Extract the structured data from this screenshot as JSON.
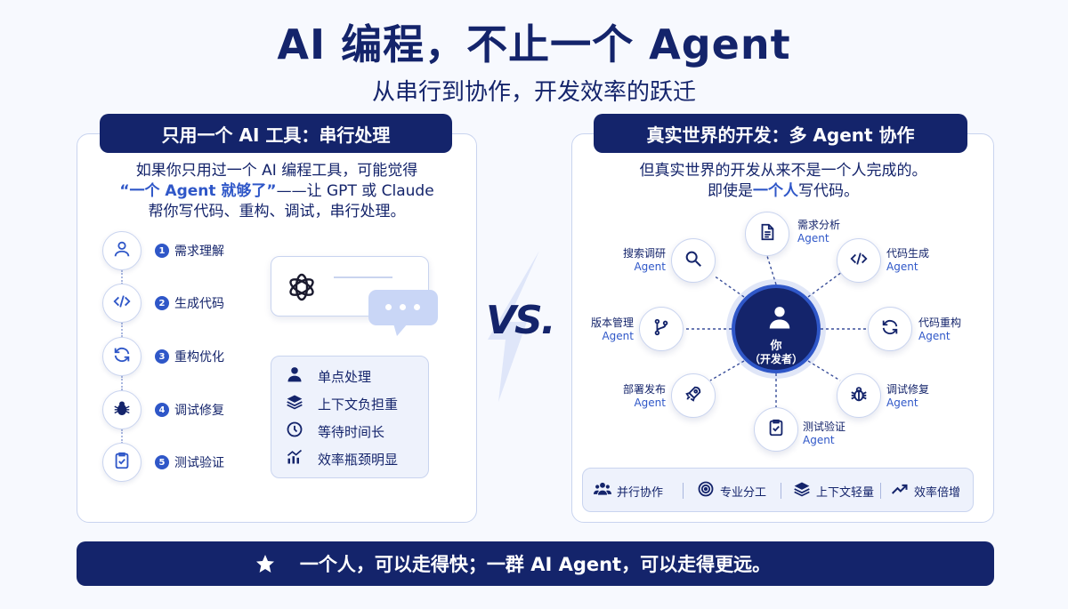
{
  "title": "AI 编程，不止一个 Agent",
  "subtitle": "从串行到协作，开发效率的跃迁",
  "left": {
    "header": "只用一个 AI 工具：串行处理",
    "intro_line1": "如果你只用过一个 AI 编程工具，可能觉得",
    "intro_quote": "“一个 Agent 就够了”",
    "intro_line2_rest": "——让 GPT 或 Claude",
    "intro_line3": "帮你写代码、重构、调试，串行处理。",
    "steps": [
      {
        "num": "1",
        "label": "需求理解",
        "icon": "user-icon"
      },
      {
        "num": "2",
        "label": "生成代码",
        "icon": "code-icon"
      },
      {
        "num": "3",
        "label": "重构优化",
        "icon": "refresh-icon"
      },
      {
        "num": "4",
        "label": "调试修复",
        "icon": "bug-icon"
      },
      {
        "num": "5",
        "label": "测试验证",
        "icon": "checklist-icon"
      }
    ],
    "features": [
      {
        "label": "单点处理",
        "icon": "person-icon"
      },
      {
        "label": "上下文负担重",
        "icon": "layers-icon"
      },
      {
        "label": "等待时间长",
        "icon": "clock-icon"
      },
      {
        "label": "效率瓶颈明显",
        "icon": "bar-trend-icon"
      }
    ]
  },
  "vs": "VS.",
  "right": {
    "header": "真实世界的开发：多 Agent 协作",
    "intro_line1": "但真实世界的开发从来不是一个人完成的。",
    "intro_line2_pre": "即使是",
    "intro_line2_em": "一个人",
    "intro_line2_post": "写代码。",
    "center_line1": "你",
    "center_line2": "（开发者）",
    "agents": [
      {
        "name": "需求分析",
        "tag": "Agent",
        "icon": "document-icon"
      },
      {
        "name": "代码生成",
        "tag": "Agent",
        "icon": "code-icon"
      },
      {
        "name": "代码重构",
        "tag": "Agent",
        "icon": "refresh-icon"
      },
      {
        "name": "调试修复",
        "tag": "Agent",
        "icon": "bug-icon"
      },
      {
        "name": "测试验证",
        "tag": "Agent",
        "icon": "checklist-icon"
      },
      {
        "name": "部署发布",
        "tag": "Agent",
        "icon": "rocket-icon"
      },
      {
        "name": "版本管理",
        "tag": "Agent",
        "icon": "branch-icon"
      },
      {
        "name": "搜索调研",
        "tag": "Agent",
        "icon": "search-icon"
      }
    ],
    "benefits": [
      {
        "label": "并行协作",
        "icon": "group-icon"
      },
      {
        "label": "专业分工",
        "icon": "target-icon"
      },
      {
        "label": "上下文轻量",
        "icon": "layers-icon"
      },
      {
        "label": "效率倍增",
        "icon": "trend-up-icon"
      }
    ]
  },
  "footer": "一个人，可以走得快；一群 AI Agent，可以走得更远。",
  "colors": {
    "navy": "#14246b",
    "accent": "#2f57c8",
    "bg": "#f7f9fe"
  }
}
